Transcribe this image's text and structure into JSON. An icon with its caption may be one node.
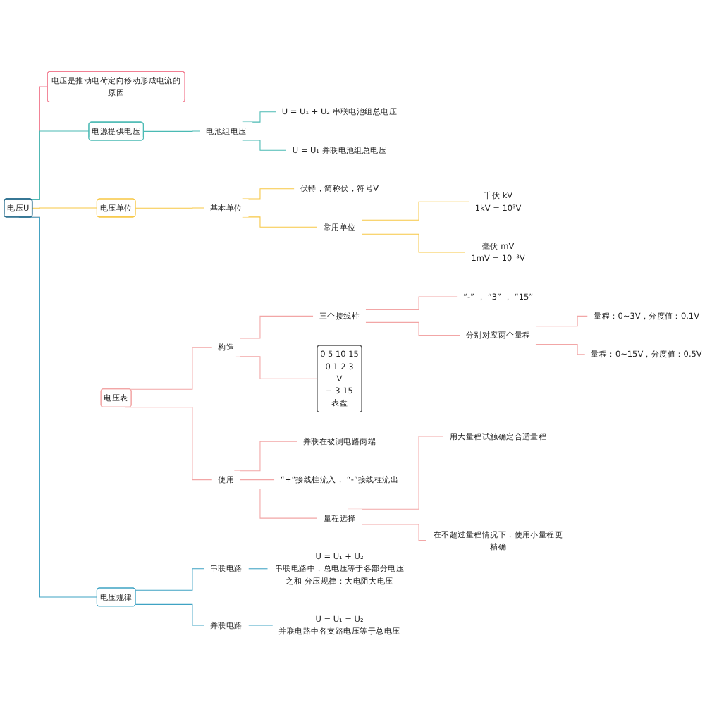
{
  "diagram": {
    "nodes": [
      {
        "text": [
          "电压U"
        ]
      },
      {
        "text": [
          "电压是推动电荷定向移动形成电流的原因"
        ]
      },
      {
        "text": [
          "电源提供电压"
        ]
      },
      {
        "text": [
          "电池组电压"
        ]
      },
      {
        "text": [
          "U = U₁ + U₂ 串联电池组总电压"
        ]
      },
      {
        "text": [
          "U = U₁ 并联电池组总电压"
        ]
      },
      {
        "text": [
          "电压单位"
        ]
      },
      {
        "text": [
          "基本单位"
        ]
      },
      {
        "text": [
          "伏特，简称伏，符号V"
        ]
      },
      {
        "text": [
          "常用单位"
        ]
      },
      {
        "text": [
          "千伏 kV",
          "1kV = 10³V"
        ]
      },
      {
        "text": [
          "毫伏 mV",
          "1mV = 10⁻³V"
        ]
      },
      {
        "text": [
          "电压表"
        ]
      },
      {
        "text": [
          "构造"
        ]
      },
      {
        "text": [
          "三个接线柱"
        ]
      },
      {
        "text": [
          "“-” ， “3” ， “15”"
        ]
      },
      {
        "text": [
          "分别对应两个量程"
        ]
      },
      {
        "text": [
          "量程：0~3V，分度值：0.1V"
        ]
      },
      {
        "text": [
          "量程：0~15V，分度值：0.5V"
        ]
      },
      {
        "text": [
          "0 5 10 15",
          "0 1 2 3",
          "V",
          "− 3 15",
          "表盘"
        ]
      },
      {
        "text": [
          "使用"
        ]
      },
      {
        "text": [
          "并联在被测电路两端"
        ]
      },
      {
        "text": [
          "“+”接线柱流入， “-”接线柱流出"
        ]
      },
      {
        "text": [
          "量程选择"
        ]
      },
      {
        "text": [
          "用大量程试触确定合适量程"
        ]
      },
      {
        "text": [
          "在不超过量程情况下，使用小量程更精确"
        ]
      },
      {
        "text": [
          "电压规律"
        ]
      },
      {
        "text": [
          "串联电路"
        ]
      },
      {
        "text": [
          "U = U₁ + U₂",
          "串联电路中，总电压等于各部分电压之和 分压规律：大电阻大电压"
        ]
      },
      {
        "text": [
          "并联电路"
        ]
      },
      {
        "text": [
          "U = U₁ = U₂",
          "并联电路中各支路电压等于总电压"
        ]
      }
    ],
    "edges": [
      {
        "from": 0,
        "to": 1,
        "arrow": "none",
        "color": "#f27f93"
      },
      {
        "from": 0,
        "to": 2,
        "arrow": "none",
        "color": "#4bbab4"
      },
      {
        "from": 2,
        "to": 3,
        "arrow": "none",
        "color": "#4bbab4"
      },
      {
        "from": 3,
        "to": 4,
        "arrow": "none",
        "color": "#4bbab4"
      },
      {
        "from": 3,
        "to": 5,
        "arrow": "none",
        "color": "#4bbab4"
      },
      {
        "from": 0,
        "to": 6,
        "arrow": "none",
        "color": "#f7c744"
      },
      {
        "from": 6,
        "to": 7,
        "arrow": "none",
        "color": "#f7c744"
      },
      {
        "from": 7,
        "to": 8,
        "arrow": "none",
        "color": "#f7c744"
      },
      {
        "from": 7,
        "to": 9,
        "arrow": "none",
        "color": "#f7c744"
      },
      {
        "from": 9,
        "to": 10,
        "arrow": "none",
        "color": "#f7c744"
      },
      {
        "from": 9,
        "to": 11,
        "arrow": "none",
        "color": "#f7c744"
      },
      {
        "from": 0,
        "to": 12,
        "arrow": "none",
        "color": "#f2a6a6"
      },
      {
        "from": 12,
        "to": 13,
        "arrow": "none",
        "color": "#f2a6a6"
      },
      {
        "from": 13,
        "to": 14,
        "arrow": "none",
        "color": "#f2a6a6"
      },
      {
        "from": 14,
        "to": 15,
        "arrow": "none",
        "color": "#f2a6a6"
      },
      {
        "from": 14,
        "to": 16,
        "arrow": "none",
        "color": "#f2a6a6"
      },
      {
        "from": 16,
        "to": 17,
        "arrow": "none",
        "color": "#f2a6a6"
      },
      {
        "from": 16,
        "to": 18,
        "arrow": "none",
        "color": "#f2a6a6"
      },
      {
        "from": 13,
        "to": 19,
        "arrow": "none",
        "color": "#f2a6a6"
      },
      {
        "from": 12,
        "to": 20,
        "arrow": "none",
        "color": "#f2a6a6"
      },
      {
        "from": 20,
        "to": 21,
        "arrow": "none",
        "color": "#f2a6a6"
      },
      {
        "from": 20,
        "to": 22,
        "arrow": "none",
        "color": "#f2a6a6"
      },
      {
        "from": 20,
        "to": 23,
        "arrow": "none",
        "color": "#f2a6a6"
      },
      {
        "from": 23,
        "to": 24,
        "arrow": "none",
        "color": "#f2a6a6"
      },
      {
        "from": 23,
        "to": 25,
        "arrow": "none",
        "color": "#f2a6a6"
      },
      {
        "from": 0,
        "to": 26,
        "arrow": "none",
        "color": "#3fa3c4"
      },
      {
        "from": 26,
        "to": 27,
        "arrow": "none",
        "color": "#3fa3c4"
      },
      {
        "from": 27,
        "to": 28,
        "arrow": "none",
        "color": "#3fa3c4"
      },
      {
        "from": 26,
        "to": 29,
        "arrow": "none",
        "color": "#3fa3c4"
      },
      {
        "from": 29,
        "to": 30,
        "arrow": "none",
        "color": "#3fa3c4"
      }
    ]
  }
}
